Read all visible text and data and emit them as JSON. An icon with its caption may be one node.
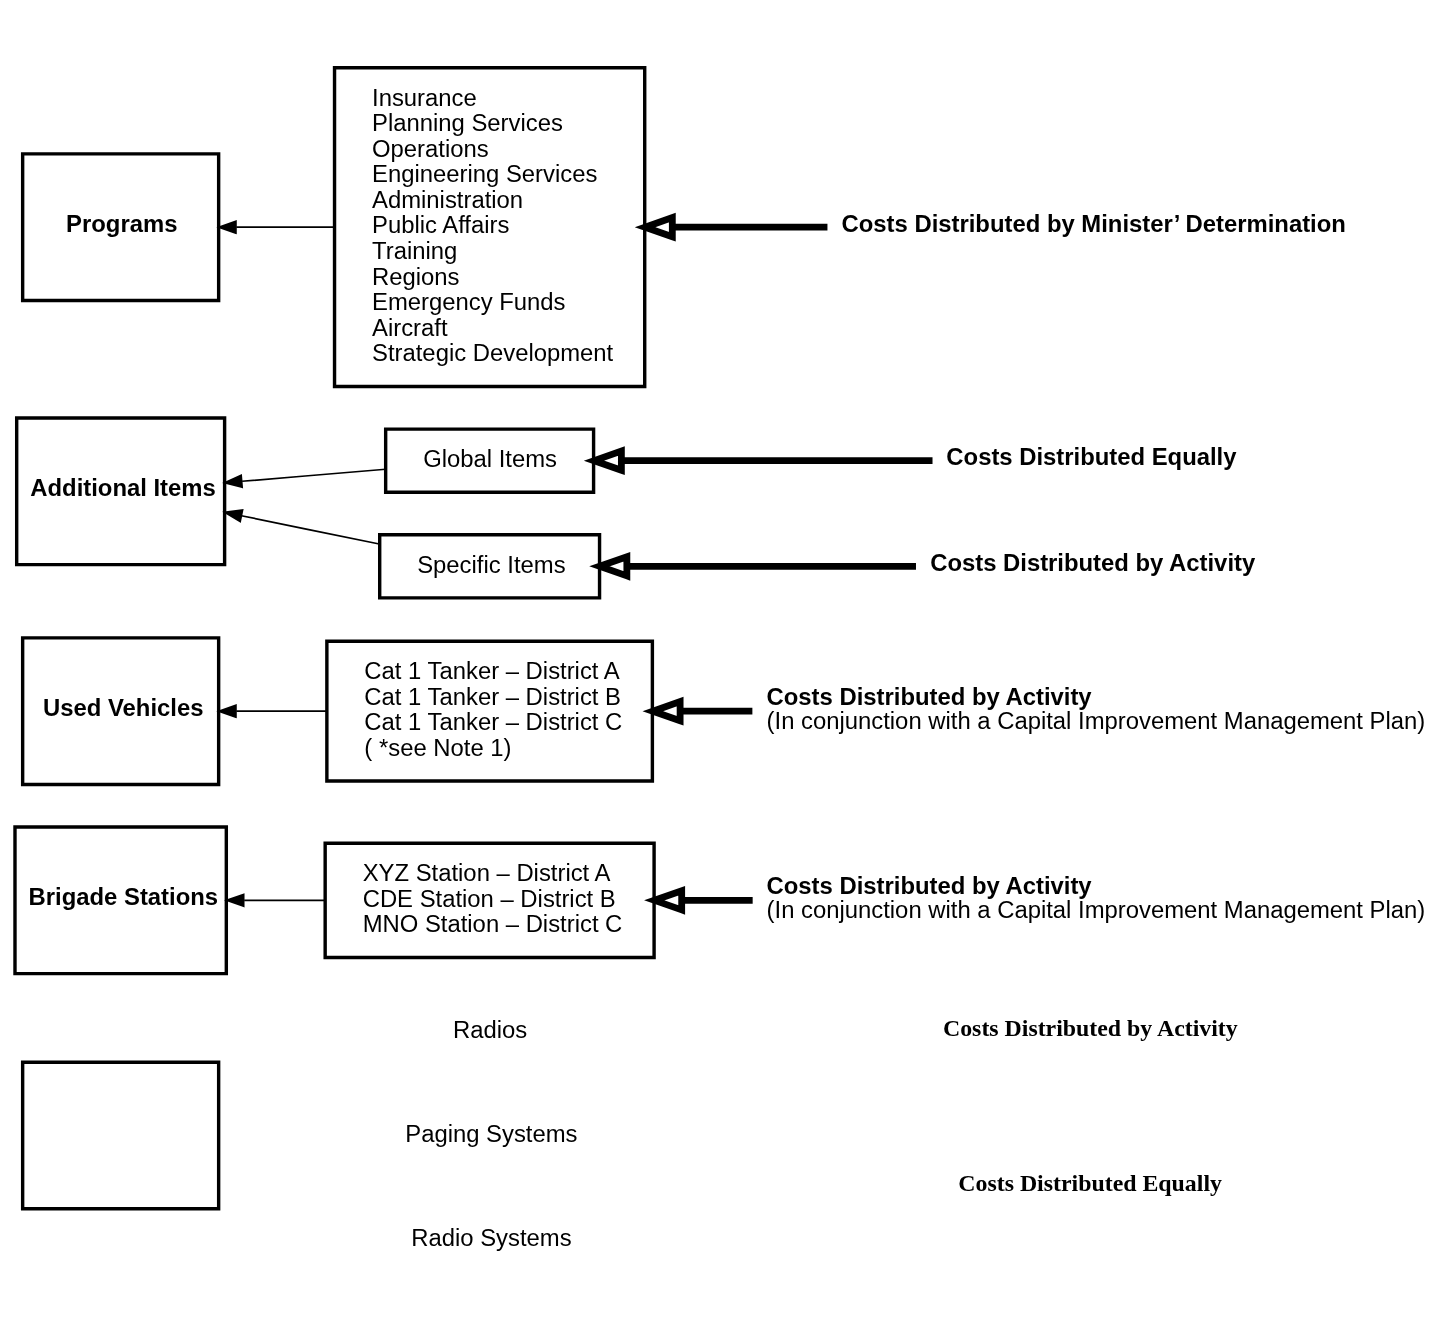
{
  "diagram": {
    "nodes": [
      {
        "text": [],
        "shape": "box"
      },
      {
        "text": [
          "Brigade Stations"
        ]
      },
      {
        "text": [
          "XYZ Station – District A",
          "CDE Station – District B",
          "MNO Station – District C"
        ]
      },
      {
        "text": [
          "Costs Distributed by Activity",
          "(In conjunction with a Capital Improvement Management Plan)"
        ]
      },
      {
        "text": [
          "Used Vehicles"
        ]
      },
      {
        "text": [
          "Cat 1 Tanker – District A",
          "Cat 1 Tanker – District B",
          "Cat 1 Tanker – District C",
          "( *see Note 1)"
        ]
      },
      {
        "text": [
          "Costs Distributed by Activity",
          "(In conjunction with a Capital Improvement Management Plan)"
        ]
      },
      {
        "text": [
          "Additional Items"
        ]
      },
      {
        "text": [
          "Global Items"
        ]
      },
      {
        "text": [
          "Costs Distributed Equally"
        ]
      },
      {
        "text": [
          "Specific Items"
        ]
      },
      {
        "text": [
          "Costs Distributed by Activity"
        ]
      },
      {
        "text": [
          "Programs"
        ]
      },
      {
        "text": [
          "Insurance",
          "Planning Services",
          "Operations",
          "Engineering Services",
          "Administration",
          "Public Affairs",
          "Training",
          "Regions",
          "Emergency Funds",
          "Aircraft",
          "Strategic Development"
        ]
      },
      {
        "text": [
          "Costs Distributed by Minister’ Determination"
        ]
      }
    ],
    "edges": [
      {
        "from": 2,
        "to": 1,
        "arrow": "to"
      },
      {
        "from": 3,
        "to": 2,
        "arrow": "to",
        "style": "thick"
      },
      {
        "from": 5,
        "to": 4,
        "arrow": "to"
      },
      {
        "from": 6,
        "to": 5,
        "arrow": "to",
        "style": "thick"
      },
      {
        "from": 8,
        "to": 7,
        "arrow": "to"
      },
      {
        "from": 10,
        "to": 7,
        "arrow": "to"
      },
      {
        "from": 9,
        "to": 8,
        "arrow": "to",
        "style": "thick"
      },
      {
        "from": 11,
        "to": 10,
        "arrow": "to",
        "style": "thick"
      },
      {
        "from": 13,
        "to": 12,
        "arrow": "to"
      },
      {
        "from": 14,
        "to": 13,
        "arrow": "to",
        "style": "thick"
      }
    ],
    "labels": [
      "Radios",
      "Costs Distributed by Activity",
      "Paging Systems",
      "Radio Systems",
      "Costs Distributed Equally"
    ]
  }
}
